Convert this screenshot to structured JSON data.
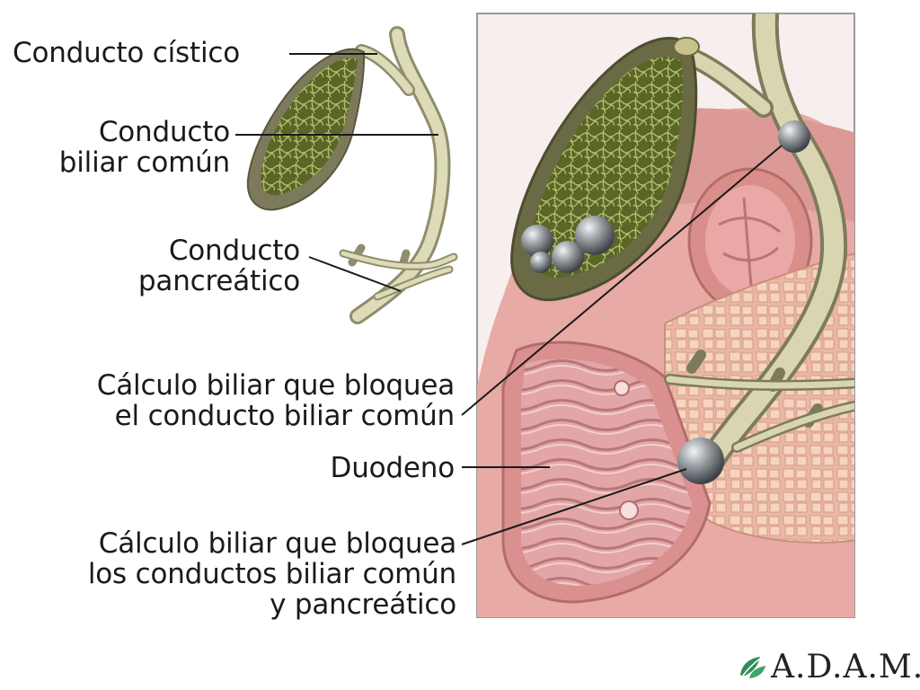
{
  "labels": {
    "cystic_duct": "Conducto cístico",
    "common_bile_duct": [
      "Conducto",
      "biliar común"
    ],
    "pancreatic_duct": [
      "Conducto",
      "pancreático"
    ],
    "stone_common": [
      "Cálculo biliar que bloquea",
      "el conducto biliar común"
    ],
    "duodenum": "Duodeno",
    "stone_both": [
      "Cálculo biliar que bloquea",
      "los conductos biliar común",
      "y pancreático"
    ]
  },
  "logo": {
    "text": "A.D.A.M.",
    "icon": "adam-leaf-icon"
  },
  "colors": {
    "gallbladder_green": "#5f6a2c",
    "duct_beige": "#d6d4b0",
    "tissue_pink": "#e5a4a0",
    "pancreas": "#f2c8b2",
    "stone_gray": "#8a8e92",
    "logo_green": "#2f8c57"
  }
}
